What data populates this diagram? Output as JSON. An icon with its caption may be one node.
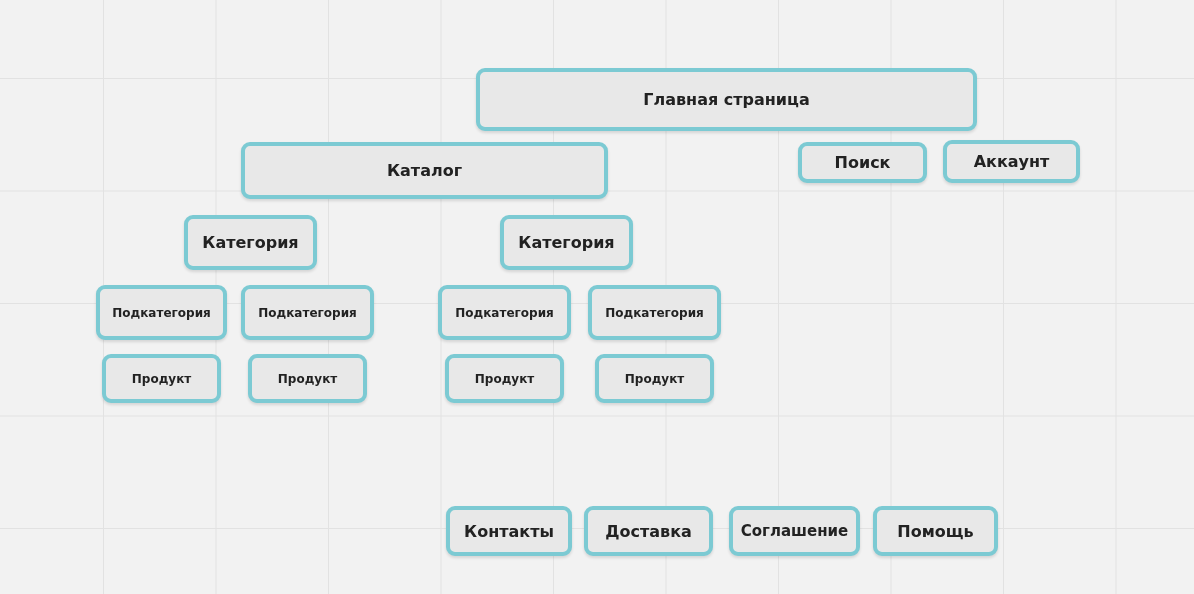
{
  "diagram": {
    "nodes": [
      {
        "text": [
          "Главная страница"
        ]
      },
      {
        "text": [
          "Каталог"
        ]
      },
      {
        "text": [
          "Поиск"
        ]
      },
      {
        "text": [
          "Аккаунт"
        ]
      },
      {
        "text": [
          "Категория"
        ]
      },
      {
        "text": [
          "Категория"
        ]
      },
      {
        "text": [
          "Подкатегория"
        ]
      },
      {
        "text": [
          "Подкатегория"
        ]
      },
      {
        "text": [
          "Подкатегория"
        ]
      },
      {
        "text": [
          "Подкатегория"
        ]
      },
      {
        "text": [
          "Продукт"
        ]
      },
      {
        "text": [
          "Продукт"
        ]
      },
      {
        "text": [
          "Продукт"
        ]
      },
      {
        "text": [
          "Продукт"
        ]
      },
      {
        "text": [
          "Контакты"
        ]
      },
      {
        "text": [
          "Доставка"
        ]
      },
      {
        "text": [
          "Соглашение"
        ]
      },
      {
        "text": [
          "Помощь"
        ]
      }
    ]
  }
}
